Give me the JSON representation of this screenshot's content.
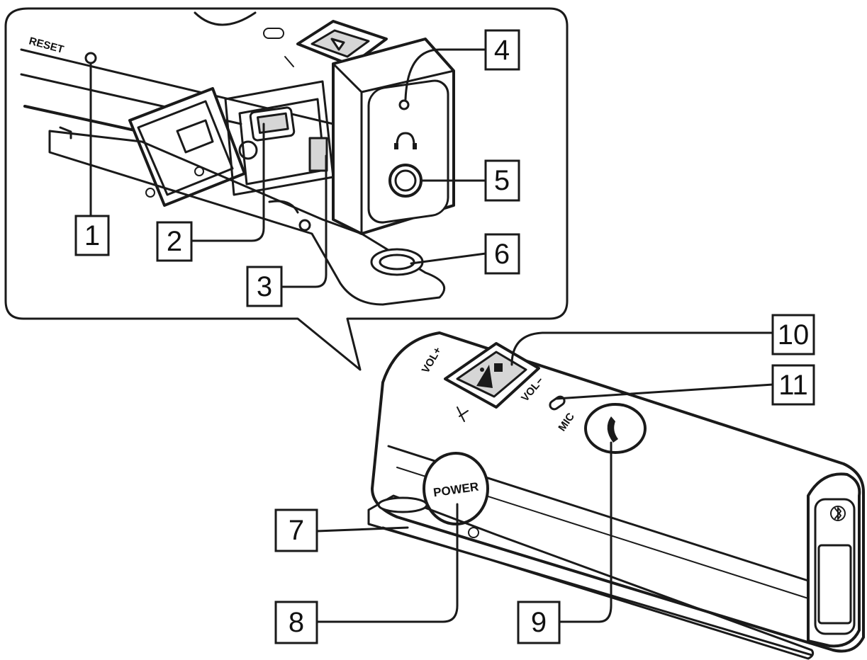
{
  "device_labels": {
    "reset": "RESET",
    "power": "POWER",
    "mic": "MIC",
    "vol_plus": "VOL+",
    "vol_minus": "VOL−"
  },
  "callouts": [
    {
      "id": "1",
      "label": "1"
    },
    {
      "id": "2",
      "label": "2"
    },
    {
      "id": "3",
      "label": "3"
    },
    {
      "id": "4",
      "label": "4"
    },
    {
      "id": "5",
      "label": "5"
    },
    {
      "id": "6",
      "label": "6"
    },
    {
      "id": "7",
      "label": "7"
    },
    {
      "id": "8",
      "label": "8"
    },
    {
      "id": "9",
      "label": "9"
    },
    {
      "id": "10",
      "label": "10"
    },
    {
      "id": "11",
      "label": "11"
    }
  ],
  "icons": {
    "headphone": "headphone-icon",
    "call": "phone-handset-icon",
    "play_pause": "play-pause-icon",
    "bluetooth": "bluetooth-icon"
  }
}
